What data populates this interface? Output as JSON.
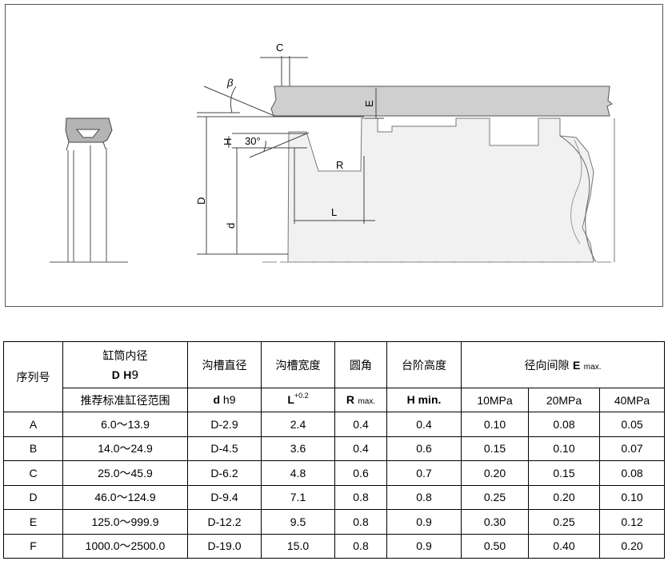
{
  "drawing": {
    "labels": {
      "C": "C",
      "beta": "β",
      "E": "E",
      "H": "H",
      "angle": "30°",
      "R": "R",
      "D": "D",
      "d": "d",
      "L": "L"
    }
  },
  "table": {
    "headers": {
      "serial": "序列号",
      "bore_line1": "缸筒内径",
      "bore_D": "D",
      "bore_H": "H",
      "bore_9": "9",
      "bore_range": "推荐标准缸径范围",
      "groove_dia": "沟槽直径",
      "groove_dia_sym_d": "d",
      "groove_dia_sym_h": " h9",
      "groove_width": "沟槽宽度",
      "groove_width_sym": "L",
      "groove_width_tol": "+0.2",
      "fillet": "圆角",
      "fillet_sym": "R",
      "fillet_sub": "max.",
      "step": "台阶高度",
      "step_sym": "H min.",
      "gap": "径向间隙",
      "gap_sym": "E",
      "gap_sub": "max.",
      "p10": "10MPa",
      "p20": "20MPa",
      "p40": "40MPa"
    },
    "rows": [
      {
        "id": "A",
        "range": "6.0～13.9",
        "d": "D-2.9",
        "L": "2.4",
        "R": "0.4",
        "H": "0.4",
        "e10": "0.10",
        "e20": "0.08",
        "e40": "0.05"
      },
      {
        "id": "B",
        "range": "14.0～24.9",
        "d": "D-4.5",
        "L": "3.6",
        "R": "0.4",
        "H": "0.6",
        "e10": "0.15",
        "e20": "0.10",
        "e40": "0.07"
      },
      {
        "id": "C",
        "range": "25.0～45.9",
        "d": "D-6.2",
        "L": "4.8",
        "R": "0.6",
        "H": "0.7",
        "e10": "0.20",
        "e20": "0.15",
        "e40": "0.08"
      },
      {
        "id": "D",
        "range": "46.0～124.9",
        "d": "D-9.4",
        "L": "7.1",
        "R": "0.8",
        "H": "0.8",
        "e10": "0.25",
        "e20": "0.20",
        "e40": "0.10"
      },
      {
        "id": "E",
        "range": "125.0～999.9",
        "d": "D-12.2",
        "L": "9.5",
        "R": "0.8",
        "H": "0.9",
        "e10": "0.30",
        "e20": "0.25",
        "e40": "0.12"
      },
      {
        "id": "F",
        "range": "1000.0～2500.0",
        "d": "D-19.0",
        "L": "15.0",
        "R": "0.8",
        "H": "0.9",
        "e10": "0.50",
        "e20": "0.40",
        "e40": "0.20"
      }
    ]
  }
}
